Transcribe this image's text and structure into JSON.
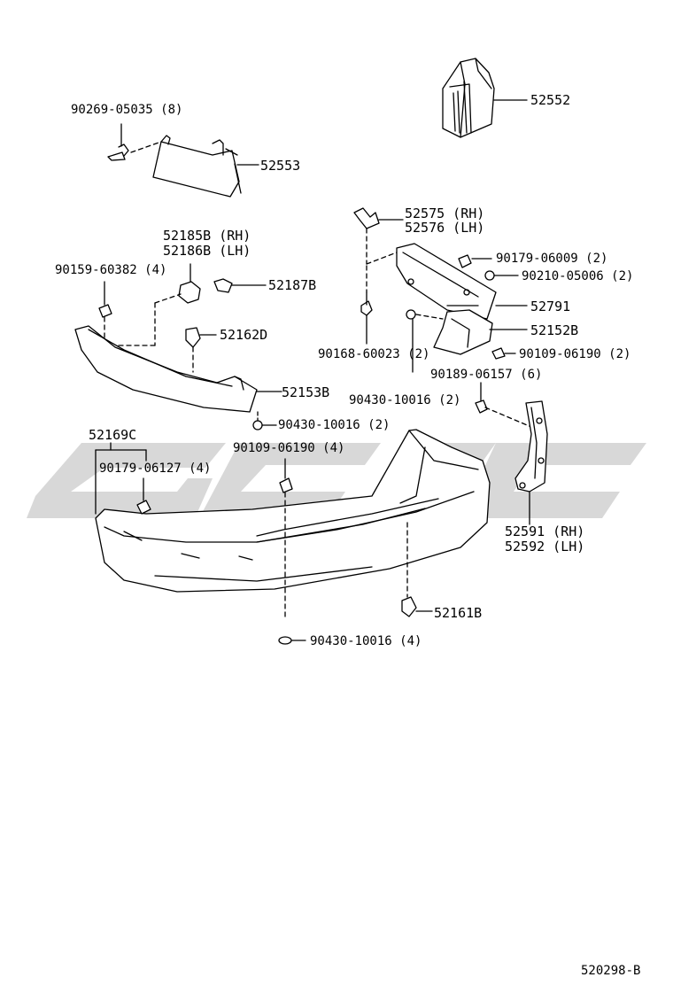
{
  "diagram": {
    "watermark_color": "#d6d6d6",
    "line_color": "#000000",
    "footer_code": "520298-B",
    "labels": {
      "p52552": "52552",
      "p90269": "90269-05035 (8)",
      "p52553": "52553",
      "p52575": "52575 (RH)",
      "p52576": "52576 (LH)",
      "p52185": "52185B (RH)",
      "p52186": "52186B (LH)",
      "p90159": "90159-60382 (4)",
      "p52187": "52187B",
      "p90179a": "90179-06009 (2)",
      "p90210": "90210-05006 (2)",
      "p52791": "52791",
      "p52162": "52162D",
      "p52152": "52152B",
      "p90168": "90168-60023 (2)",
      "p90109a": "90109-06190 (2)",
      "p90189": "90189-06157 (6)",
      "p52153": "52153B",
      "p90430a": "90430-10016 (2)",
      "p90430b": "90430-10016 (2)",
      "p52169": "52169C",
      "p90109b": "90109-06190 (4)",
      "p90179b": "90179-06127 (4)",
      "p52591": "52591 (RH)",
      "p52592": "52592 (LH)",
      "p52161": "52161B",
      "p90430c": "90430-10016 (4)"
    }
  }
}
